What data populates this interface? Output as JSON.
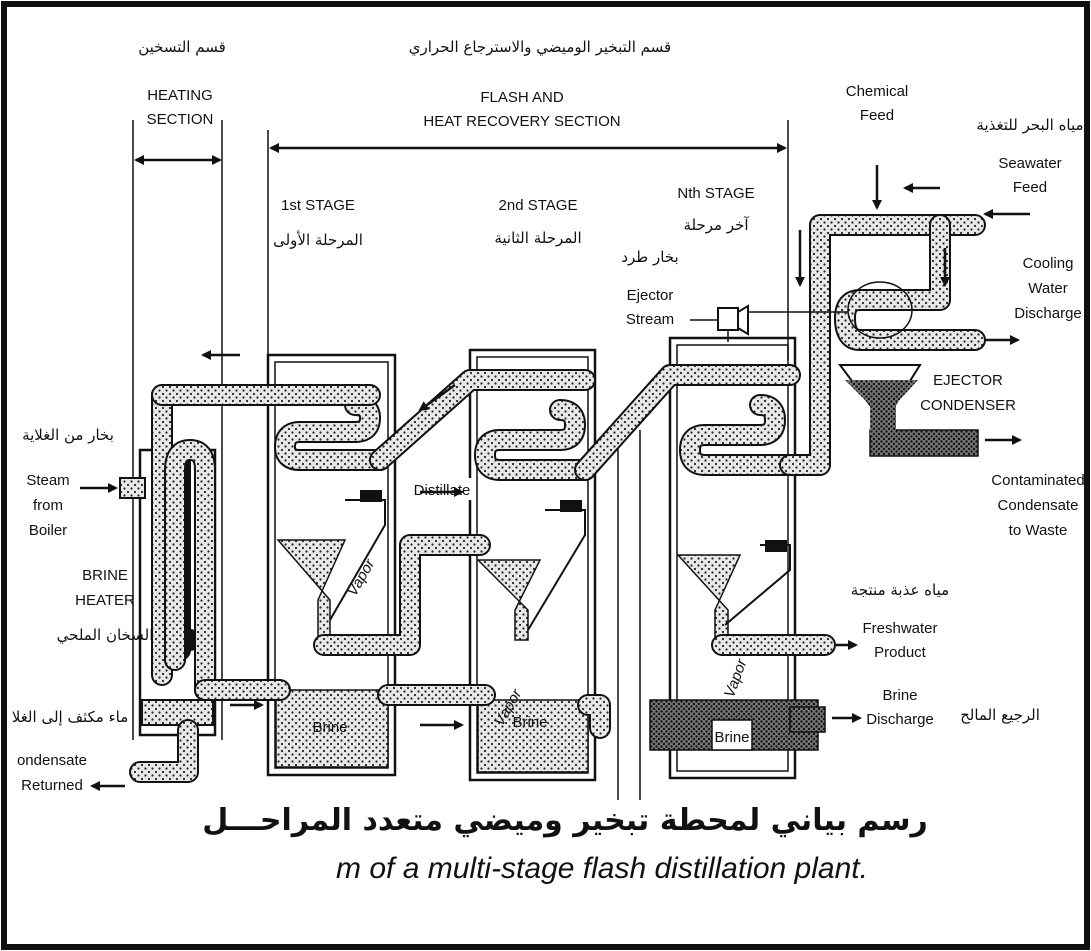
{
  "sections": {
    "heating": {
      "ar": "قسم التسخين",
      "en_line1": "HEATING",
      "en_line2": "SECTION"
    },
    "flash": {
      "ar": "قسم التبخير الوميضي والاسترجاع الحراري",
      "en_line1": "FLASH AND",
      "en_line2": "HEAT RECOVERY SECTION"
    }
  },
  "stages": {
    "first": {
      "en": "1st STAGE",
      "ar": "المرحلة الأولى"
    },
    "second": {
      "en": "2nd STAGE",
      "ar": "المرحلة الثانية"
    },
    "nth": {
      "en": "Nth STAGE",
      "ar": "آخر مرحلة"
    }
  },
  "labels": {
    "chemical_feed_1": "Chemical",
    "chemical_feed_2": "Feed",
    "seawater_ar": "مياه البحر للتغذية",
    "seawater_1": "Seawater",
    "seawater_2": "Feed",
    "cooling_1": "Cooling",
    "cooling_2": "Water",
    "cooling_3": "Discharge",
    "ejector_ar": "بخار طرد",
    "ejector_1": "Ejector",
    "ejector_2": "Stream",
    "ejector_cond_1": "EJECTOR",
    "ejector_cond_2": "CONDENSER",
    "contaminated_1": "Contaminated",
    "contaminated_2": "Condensate",
    "contaminated_3": "to Waste",
    "steam_ar": "بخار من الغلاية",
    "steam_1": "Steam",
    "steam_2": "from",
    "steam_3": "Boiler",
    "brine_heater_1": "BRINE",
    "brine_heater_2": "HEATER",
    "brine_heater_ar": "السخان الملحي",
    "condensate_ar": "ماء مكثف إلى الغلا",
    "condensate_1": "ondensate",
    "condensate_2": "Returned",
    "distillate": "Distillate",
    "vapor": "Vapor",
    "brine": "Brine",
    "freshwater_ar": "مياه عذبة منتجة",
    "freshwater_1": "Freshwater",
    "freshwater_2": "Product",
    "brine_discharge_1": "Brine",
    "brine_discharge_2": "Discharge",
    "brine_discharge_ar": "الرجيع المالح"
  },
  "caption": {
    "ar": "رسم بياني لمحطة تبخير وميضي متعدد المراحـــل",
    "en": "m of a multi-stage flash distillation plant."
  }
}
